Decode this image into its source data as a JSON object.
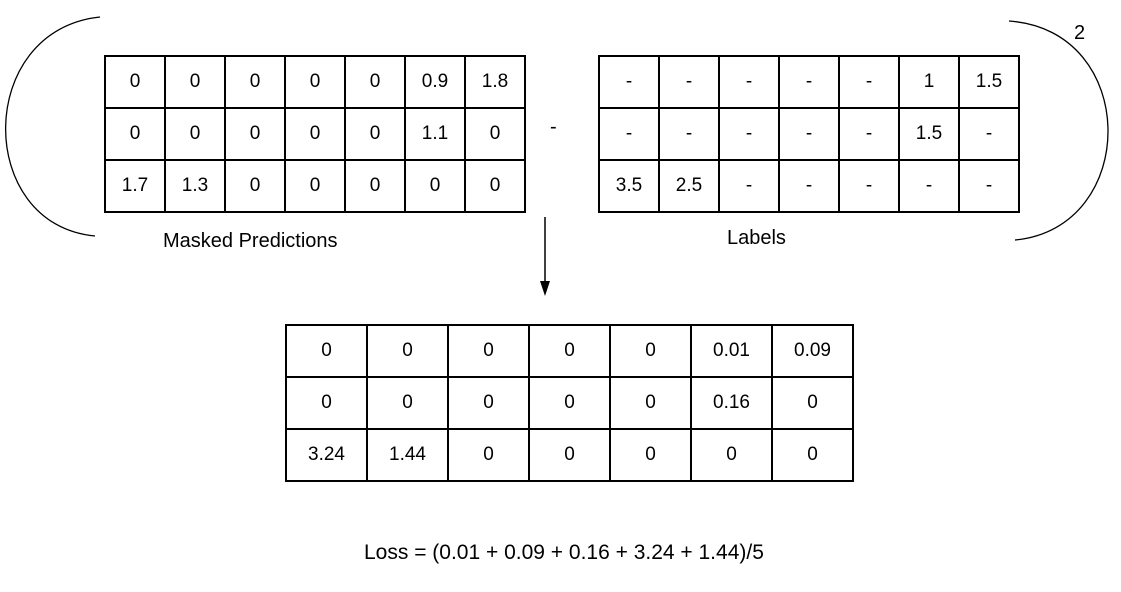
{
  "masked_predictions": {
    "title": "Masked Predictions",
    "rows": [
      [
        "0",
        "0",
        "0",
        "0",
        "0",
        "0.9",
        "1.8"
      ],
      [
        "0",
        "0",
        "0",
        "0",
        "0",
        "1.1",
        "0"
      ],
      [
        "1.7",
        "1.3",
        "0",
        "0",
        "0",
        "0",
        "0"
      ]
    ]
  },
  "labels": {
    "title": "Labels",
    "rows": [
      [
        "-",
        "-",
        "-",
        "-",
        "-",
        "1",
        "1.5"
      ],
      [
        "-",
        "-",
        "-",
        "-",
        "-",
        "1.5",
        "-"
      ],
      [
        "3.5",
        "2.5",
        "-",
        "-",
        "-",
        "-",
        "-"
      ]
    ]
  },
  "operator": "-",
  "exponent": "2",
  "squared_error": {
    "rows": [
      [
        "0",
        "0",
        "0",
        "0",
        "0",
        "0.01",
        "0.09"
      ],
      [
        "0",
        "0",
        "0",
        "0",
        "0",
        "0.16",
        "0"
      ],
      [
        "3.24",
        "1.44",
        "0",
        "0",
        "0",
        "0",
        "0"
      ]
    ]
  },
  "loss_formula": "Loss = (0.01 + 0.09 + 0.16 + 3.24 + 1.44)/5"
}
